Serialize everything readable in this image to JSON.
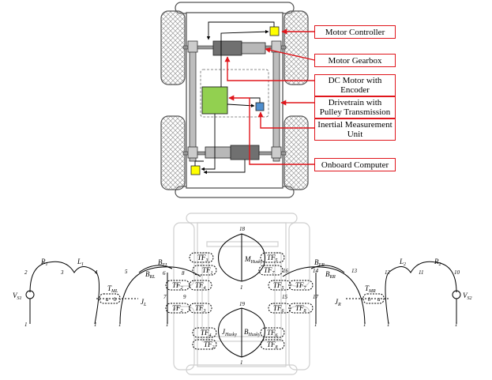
{
  "labels": {
    "motor_controller": "Motor Controller",
    "motor_gearbox": "Motor Gearbox",
    "dc_motor": "DC Motor with Encoder",
    "drivetrain": "Drivetrain with Pulley Transmission",
    "imu": "Inertial Measurement Unit",
    "onboard_computer": "Onboard Computer"
  },
  "bond_graph": {
    "nodes": [
      "1",
      "2",
      "3",
      "4",
      "5",
      "6",
      "7",
      "8",
      "9",
      "13",
      "14",
      "15",
      "16",
      "17",
      "18",
      "19",
      "10",
      "11",
      "12"
    ],
    "elements": {
      "VS1": "V",
      "VS1_sub": "S1",
      "R1": "R",
      "R1_sub": "1",
      "L1": "L",
      "L1_sub": "1",
      "TML": "T",
      "TML_sub": "ML",
      "JL": "J",
      "JL_sub": "L",
      "BFL": "B",
      "BFL_sub": "FL",
      "BRL": "B",
      "BRL_sub": "RL",
      "TF1": "TF",
      "TF1_sub": "1",
      "TF2": "TF",
      "TF2_sub": "2",
      "TF3": "TF",
      "TF3_sub": "3",
      "TF4": "TF",
      "TF4_sub": "4",
      "TF5": "TF",
      "TF5_sub": "5",
      "TF6": "TF",
      "TF6_sub": "6",
      "TF7": "TF",
      "TF7_sub": "7",
      "TF8": "TF",
      "TF8_sub": "8",
      "MHusky": "M",
      "MHusky_sub": "Husky",
      "JHusky": "J",
      "JHusky_sub": "Husky",
      "BHusky": "B",
      "BHusky_sub": "Husky",
      "BFR": "B",
      "BFR_sub": "FR",
      "BRR": "B",
      "BRR_sub": "RR",
      "TMR": "T",
      "TMR_sub": "MR",
      "JR": "J",
      "JR_sub": "R",
      "L2": "L",
      "L2_sub": "2",
      "R2": "R",
      "R2_sub": "2",
      "VS2": "V",
      "VS2_sub": "S2",
      "port_a": "a",
      "port_b": "b"
    }
  },
  "colors": {
    "callout_red": "#e0161c",
    "controller_yellow": "#ffff00",
    "computer_green": "#92d050",
    "imu_blue": "#4f8fd0",
    "motor_dark": "#707070",
    "gearbox_light": "#b8b8b8",
    "ghost_gray": "#c8c8c8"
  }
}
